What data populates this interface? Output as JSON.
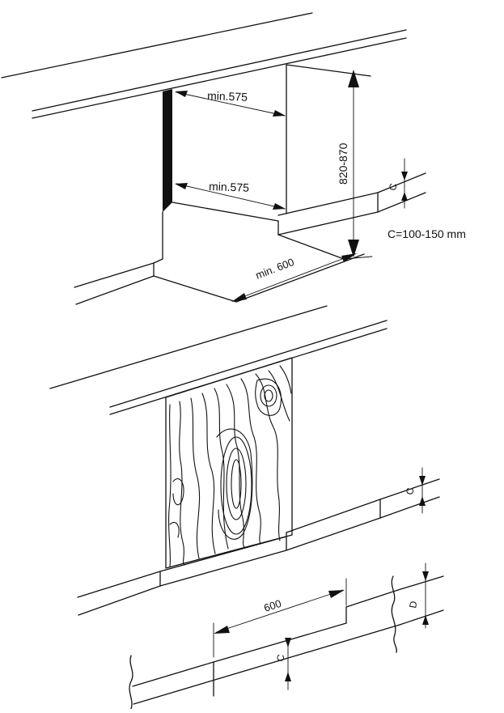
{
  "diagram": {
    "labels": {
      "top_width": "min.575",
      "bottom_width": "min.575",
      "height": "820-870",
      "depth": "min. 600",
      "c_formula": "C=100-150 mm",
      "c_upper": "C",
      "c_middle": "C",
      "c_lower": "C",
      "d_lower": "D",
      "panel_width": "600"
    }
  }
}
